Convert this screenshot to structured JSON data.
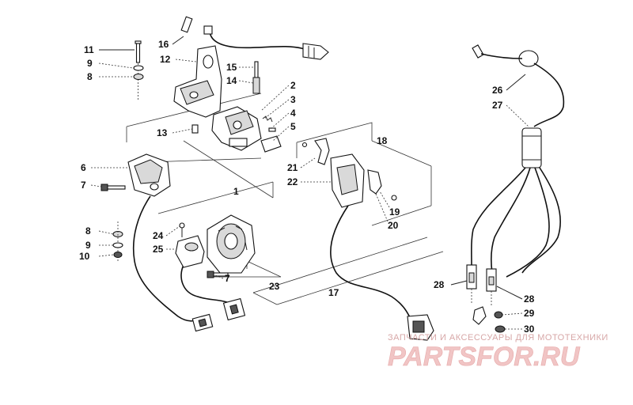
{
  "callouts": [
    {
      "id": "c11",
      "text": "11"
    },
    {
      "id": "c9a",
      "text": "9"
    },
    {
      "id": "c8a",
      "text": "8"
    },
    {
      "id": "c16",
      "text": "16"
    },
    {
      "id": "c12",
      "text": "12"
    },
    {
      "id": "c15",
      "text": "15"
    },
    {
      "id": "c14",
      "text": "14"
    },
    {
      "id": "c2",
      "text": "2"
    },
    {
      "id": "c3",
      "text": "3"
    },
    {
      "id": "c4",
      "text": "4"
    },
    {
      "id": "c5",
      "text": "5"
    },
    {
      "id": "c13",
      "text": "13"
    },
    {
      "id": "c6",
      "text": "6"
    },
    {
      "id": "c7a",
      "text": "7"
    },
    {
      "id": "c1",
      "text": "1"
    },
    {
      "id": "c18",
      "text": "18"
    },
    {
      "id": "c21",
      "text": "21"
    },
    {
      "id": "c22",
      "text": "22"
    },
    {
      "id": "c19",
      "text": "19"
    },
    {
      "id": "c20",
      "text": "20"
    },
    {
      "id": "c8b",
      "text": "8"
    },
    {
      "id": "c9b",
      "text": "9"
    },
    {
      "id": "c10",
      "text": "10"
    },
    {
      "id": "c24",
      "text": "24"
    },
    {
      "id": "c25",
      "text": "25"
    },
    {
      "id": "c7b",
      "text": "7"
    },
    {
      "id": "c23",
      "text": "23"
    },
    {
      "id": "c17",
      "text": "17"
    },
    {
      "id": "c26",
      "text": "26"
    },
    {
      "id": "c27",
      "text": "27"
    },
    {
      "id": "c28a",
      "text": "28"
    },
    {
      "id": "c28b",
      "text": "28"
    },
    {
      "id": "c29",
      "text": "29"
    },
    {
      "id": "c30",
      "text": "30"
    }
  ],
  "watermark": {
    "tagline": "ЗАПЧАСТИ И АКСЕССУАРЫ ДЛЯ МОТОТЕХНИКИ",
    "logo": "PARTSFOR.RU",
    "color": "#e9a7a7"
  }
}
